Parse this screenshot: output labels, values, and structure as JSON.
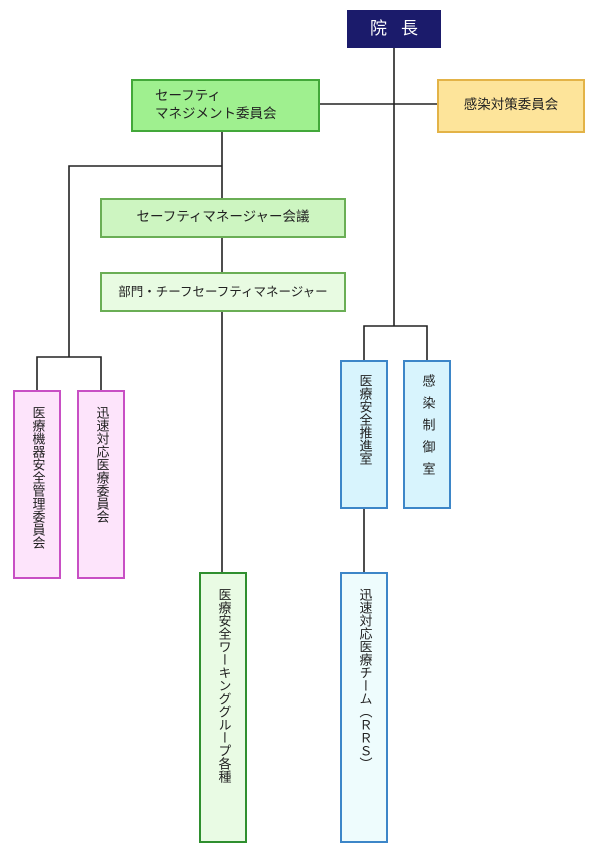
{
  "chart": {
    "director": "院長",
    "safety_management_committee": "セーフティ\nマネジメント委員会",
    "infection_control_committee": "感染対策委員会",
    "safety_manager_meeting": "セーフティマネージャー会議",
    "department_chief_safety_managers": "部門・チーフセーフティマネージャー",
    "medical_device_safety_committee": "医療機器安全管理委員会",
    "rapid_response_committee": "迅速対応医療委員会",
    "medical_safety_promotion_office": "医療安全推進室",
    "infection_control_office": "感染制御室",
    "medical_safety_working_groups": "医療安全ワーキンググループ各種",
    "rapid_response_team": "迅速対応医療チーム（ＲＲＳ）"
  }
}
